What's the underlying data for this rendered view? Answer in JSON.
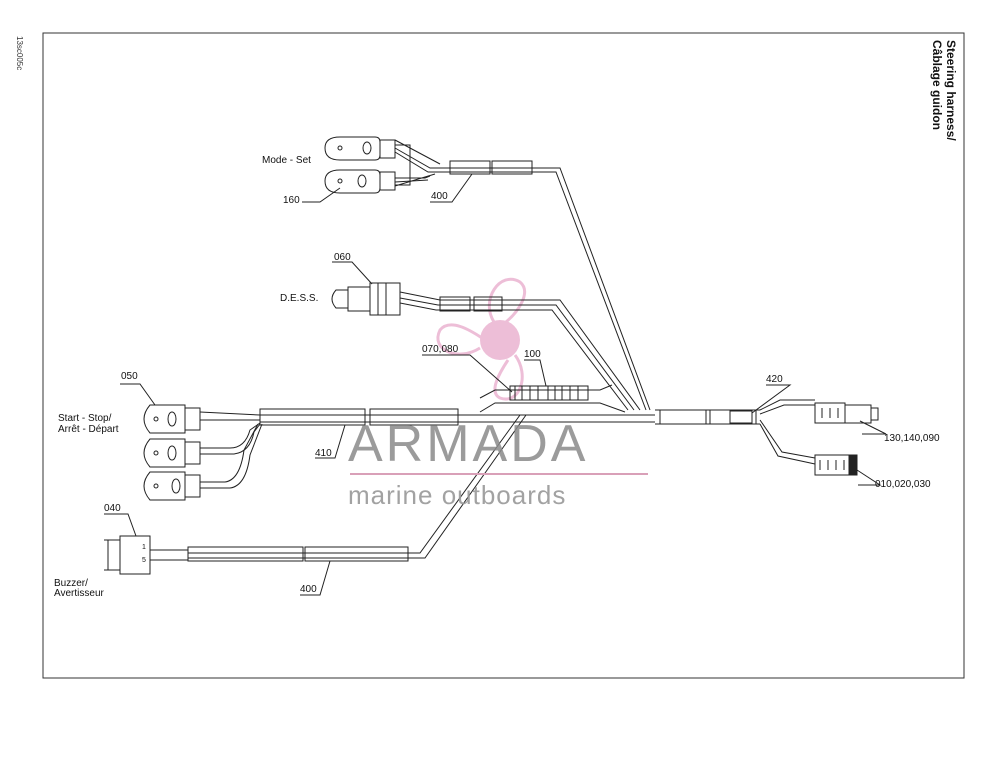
{
  "doc_code": "13sc005c",
  "title": {
    "line1": "Steering harness/",
    "line2": "Câblage guidon"
  },
  "labels": {
    "mode_set": "Mode - Set",
    "dess": "D.E.S.S.",
    "start_stop": "Start - Stop/",
    "arret_depart": "Arrêt - Départ",
    "buzzer": "Buzzer/",
    "avertisseur": "Avertisseur"
  },
  "refs": {
    "r160": "160",
    "r400_top": "400",
    "r060": "060",
    "r070_080": "070,080",
    "r100": "100",
    "r050": "050",
    "r410": "410",
    "r040": "040",
    "r400_bottom": "400",
    "r420": "420",
    "r130": "130,140,090",
    "r010": "010,020,030"
  },
  "buzzer_pins": {
    "p1": "1",
    "p5": "5"
  },
  "watermark": {
    "brand": "ARMADA",
    "tagline": "marine outboards"
  },
  "colors": {
    "line": "#222222",
    "watermark_pink": "#e8a6c8",
    "watermark_gray": "#8a8a8a"
  }
}
